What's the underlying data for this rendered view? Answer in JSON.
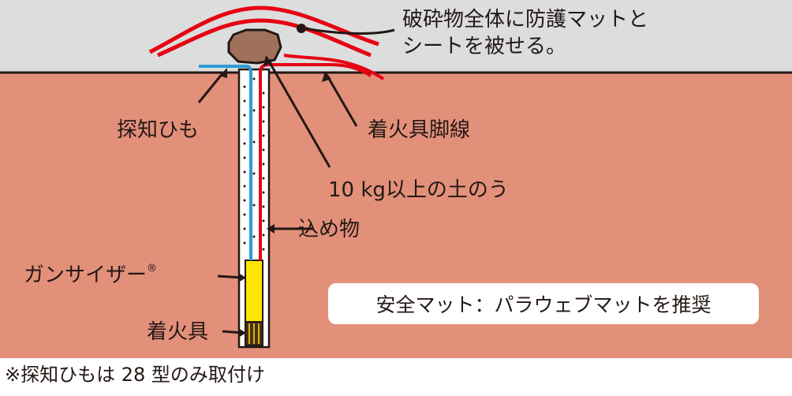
{
  "labels": {
    "protect_mat_line1": "破砕物全体に防護マットと",
    "protect_mat_line2": "シートを被せる。",
    "detect_string": "探知ひも",
    "lead_wire": "着火具脚線",
    "soil": "10 kg以上の土のう",
    "stemming": "込め物",
    "gunsizer": "ガンサイザー",
    "gunsizer_mark": "®",
    "igniter": "着火具"
  },
  "notice": "安全マット：パラウェブマットを推奨",
  "footnote": "※探知ひもは 28 型のみ取付け",
  "colors": {
    "sky": "#dcdddd",
    "ground": "#e2907a",
    "ground_line": "#231815",
    "red_wire": "#e60012",
    "blue_wire": "#2e9bd6",
    "sandbag": "#a0715a",
    "gunsizer": "#ffe600",
    "igniter_fill": "#4a2e1c"
  }
}
